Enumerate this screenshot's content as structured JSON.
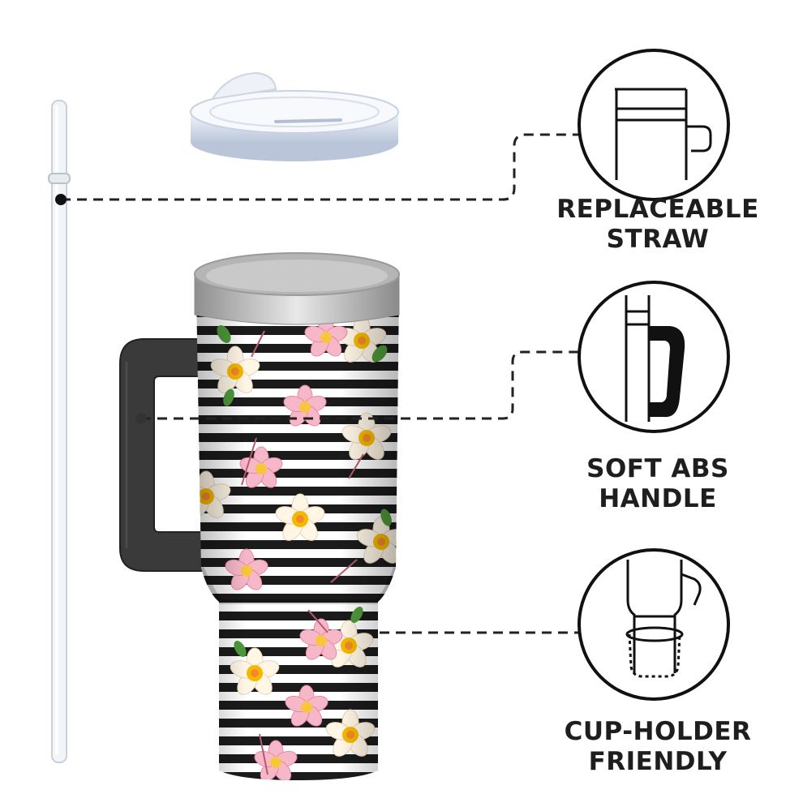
{
  "features": [
    {
      "id": "straw",
      "line1": "REPLACEABLE",
      "line2": "STRAW",
      "icon": "cup-with-straw-icon"
    },
    {
      "id": "handle",
      "line1": "SOFT ABS",
      "line2": "HANDLE",
      "icon": "handle-icon"
    },
    {
      "id": "cupholder",
      "line1": "CUP-HOLDER",
      "line2": "FRIENDLY",
      "icon": "cup-holder-icon"
    }
  ],
  "product": {
    "pattern": "black-white-stripes-with-plumeria-flowers",
    "colors": {
      "stripe": "#1b1b1b",
      "handle": "#3a3a3a",
      "lid": "#cfd8e6",
      "flower_petal": "#fff6e6",
      "flower_center": "#f5b800",
      "flower_pink": "#f3a7c0",
      "leaf": "#4f9a3a"
    }
  }
}
